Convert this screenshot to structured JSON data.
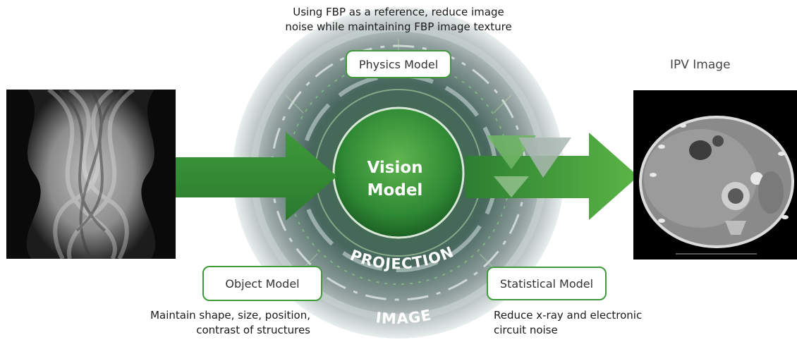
{
  "top_note": {
    "line1": "Using FBP as a reference, reduce image",
    "line2": "noise while maintaining FBP image texture"
  },
  "output_label": "IPV Image",
  "center": {
    "line1": "Vision",
    "line2": "Model"
  },
  "models": {
    "physics": "Physics Model",
    "object": "Object Model",
    "statistical": "Statistical Model"
  },
  "ring_labels": {
    "projection": "PROJECTION",
    "image": "IMAGE"
  },
  "object_note": {
    "line1": "Maintain shape, size, position,",
    "line2": "contrast of structures"
  },
  "statistical_note": {
    "line1": "Reduce x-ray and electronic",
    "line2": "circuit noise"
  },
  "colors": {
    "accent_green": "#3f9a3b",
    "dark_green": "#1f5a22",
    "ring_gray": "#9aa7a7"
  }
}
